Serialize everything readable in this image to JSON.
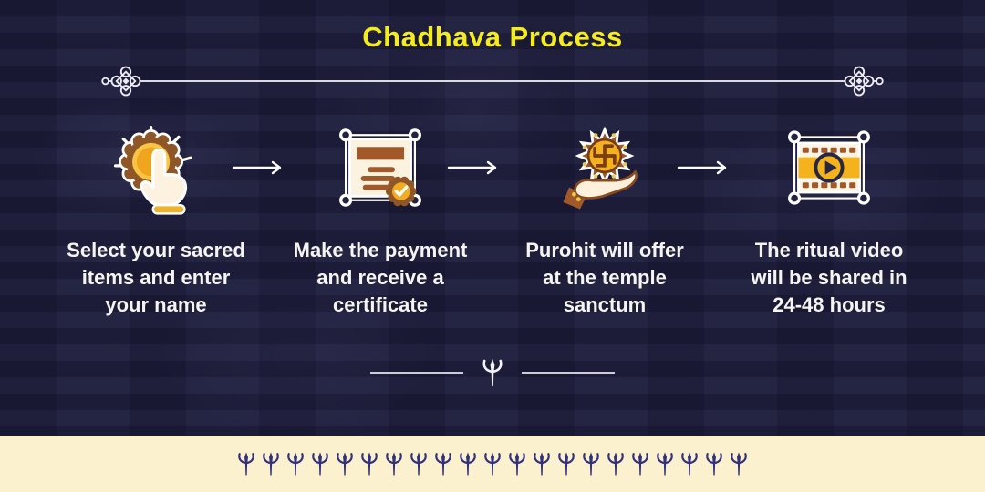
{
  "theme": {
    "bg": "#1f1f3d",
    "title_color": "#f5ec1e",
    "text_color": "#f6f4f0",
    "footer_bg": "#fcf1cf",
    "trident_color": "#31317c",
    "line_color": "#eceaf2",
    "icon_brown": "#9a5a2a",
    "icon_amber": "#f2a81f",
    "icon_gold": "#f4b31d",
    "icon_cream": "#fdf1e0"
  },
  "header": {
    "title": "Chadhava Process"
  },
  "steps": [
    {
      "icon": "select-items-icon",
      "lines": [
        "Select your sacred",
        "items and enter",
        "your name"
      ]
    },
    {
      "icon": "payment-certificate-icon",
      "lines": [
        "Make the payment",
        "and receive a",
        "certificate"
      ]
    },
    {
      "icon": "purohit-offering-icon",
      "lines": [
        "Purohit will offer",
        "at the temple",
        "sanctum"
      ]
    },
    {
      "icon": "ritual-video-icon",
      "lines": [
        "The ritual video",
        "will be shared in",
        "24-48 hours"
      ]
    }
  ],
  "footer": {
    "trident_count": 21
  }
}
